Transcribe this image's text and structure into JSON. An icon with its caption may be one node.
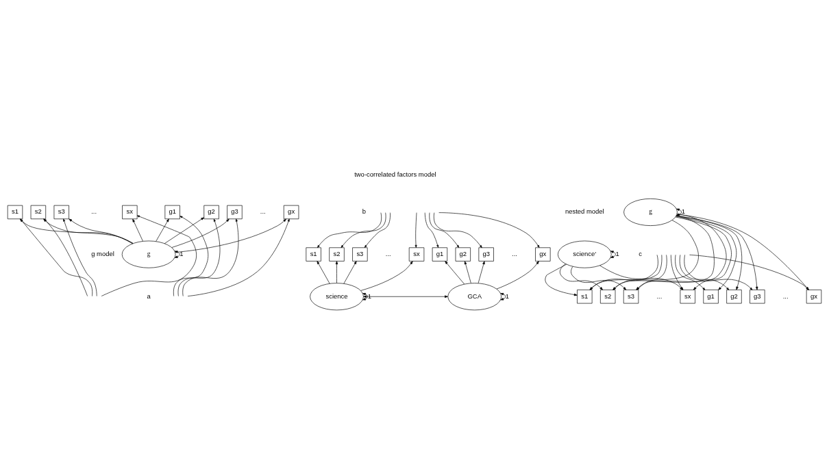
{
  "diagram": {
    "nodes": [
      {
        "text": [
          "s1"
        ]
      },
      {
        "text": [
          "s2"
        ]
      },
      {
        "text": [
          "s3"
        ]
      },
      {
        "text": [
          "sx"
        ]
      },
      {
        "text": [
          "g1"
        ]
      },
      {
        "text": [
          "g2"
        ]
      },
      {
        "text": [
          "g3"
        ]
      },
      {
        "text": [
          "gx"
        ]
      },
      {
        "text": [
          "g"
        ]
      },
      {
        "text": [
          "s1"
        ]
      },
      {
        "text": [
          "s2"
        ]
      },
      {
        "text": [
          "s3"
        ]
      },
      {
        "text": [
          "sx"
        ]
      },
      {
        "text": [
          "g1"
        ]
      },
      {
        "text": [
          "g2"
        ]
      },
      {
        "text": [
          "g3"
        ]
      },
      {
        "text": [
          "gx"
        ]
      },
      {
        "text": [
          "science"
        ]
      },
      {
        "text": [
          "GCA"
        ]
      },
      {
        "text": [
          "science‘"
        ]
      },
      {
        "text": [
          "s1"
        ]
      },
      {
        "text": [
          "s2"
        ]
      },
      {
        "text": [
          "s3"
        ]
      },
      {
        "text": [
          "sx"
        ]
      },
      {
        "text": [
          "g1"
        ]
      },
      {
        "text": [
          "g2"
        ]
      },
      {
        "text": [
          "g3"
        ]
      },
      {
        "text": [
          "gx"
        ]
      },
      {
        "text": [
          "g"
        ]
      }
    ],
    "edges": [
      {
        "from": null,
        "to": 0,
        "arrow": "to"
      },
      {
        "from": null,
        "to": 1,
        "arrow": "to"
      },
      {
        "from": null,
        "to": 2,
        "arrow": "to"
      },
      {
        "from": null,
        "to": 3,
        "arrow": "to"
      },
      {
        "from": null,
        "to": 4,
        "arrow": "to"
      },
      {
        "from": null,
        "to": 5,
        "arrow": "to"
      },
      {
        "from": null,
        "to": 6,
        "arrow": "to"
      },
      {
        "from": null,
        "to": 7,
        "arrow": "to"
      },
      {
        "from": 8,
        "to": 0,
        "arrow": "to"
      },
      {
        "from": 8,
        "to": 1,
        "arrow": "to"
      },
      {
        "from": 8,
        "to": 2,
        "arrow": "to"
      },
      {
        "from": 8,
        "to": 3,
        "arrow": "to"
      },
      {
        "from": 8,
        "to": 4,
        "arrow": "to"
      },
      {
        "from": 8,
        "to": 5,
        "arrow": "to"
      },
      {
        "from": 8,
        "to": 6,
        "arrow": "to"
      },
      {
        "from": 8,
        "to": 7,
        "arrow": "to"
      },
      {
        "from": 8,
        "to": 8,
        "arrow": "both",
        "label": "1"
      },
      {
        "from": null,
        "to": 9,
        "arrow": "to"
      },
      {
        "from": null,
        "to": 10,
        "arrow": "to"
      },
      {
        "from": null,
        "to": 11,
        "arrow": "to"
      },
      {
        "from": null,
        "to": 12,
        "arrow": "to"
      },
      {
        "from": null,
        "to": 13,
        "arrow": "to"
      },
      {
        "from": null,
        "to": 14,
        "arrow": "to"
      },
      {
        "from": null,
        "to": 15,
        "arrow": "to"
      },
      {
        "from": null,
        "to": 16,
        "arrow": "to"
      },
      {
        "from": 17,
        "to": 9,
        "arrow": "to"
      },
      {
        "from": 17,
        "to": 10,
        "arrow": "to"
      },
      {
        "from": 17,
        "to": 11,
        "arrow": "to"
      },
      {
        "from": 17,
        "to": 12,
        "arrow": "to"
      },
      {
        "from": 18,
        "to": 13,
        "arrow": "to"
      },
      {
        "from": 18,
        "to": 14,
        "arrow": "to"
      },
      {
        "from": 18,
        "to": 15,
        "arrow": "to"
      },
      {
        "from": 18,
        "to": 16,
        "arrow": "to"
      },
      {
        "from": 17,
        "to": 17,
        "arrow": "both",
        "label": "1"
      },
      {
        "from": 18,
        "to": 18,
        "arrow": "both",
        "label": "1"
      },
      {
        "from": 17,
        "to": 18,
        "arrow": "both"
      },
      {
        "from": 19,
        "to": 19,
        "arrow": "both",
        "label": "1"
      },
      {
        "from": 19,
        "to": 20,
        "arrow": "to"
      },
      {
        "from": 19,
        "to": 21,
        "arrow": "to"
      },
      {
        "from": 19,
        "to": 22,
        "arrow": "to"
      },
      {
        "from": 19,
        "to": 23,
        "arrow": "to"
      },
      {
        "from": null,
        "to": 20,
        "arrow": "to"
      },
      {
        "from": null,
        "to": 21,
        "arrow": "to"
      },
      {
        "from": null,
        "to": 22,
        "arrow": "to"
      },
      {
        "from": null,
        "to": 23,
        "arrow": "to"
      },
      {
        "from": null,
        "to": 24,
        "arrow": "to"
      },
      {
        "from": null,
        "to": 25,
        "arrow": "to"
      },
      {
        "from": null,
        "to": 26,
        "arrow": "to"
      },
      {
        "from": null,
        "to": 27,
        "arrow": "to"
      },
      {
        "from": 28,
        "to": 20,
        "arrow": "to"
      },
      {
        "from": 28,
        "to": 21,
        "arrow": "to"
      },
      {
        "from": 28,
        "to": 22,
        "arrow": "to"
      },
      {
        "from": 28,
        "to": 23,
        "arrow": "to"
      },
      {
        "from": 28,
        "to": 24,
        "arrow": "to"
      },
      {
        "from": 28,
        "to": 25,
        "arrow": "to"
      },
      {
        "from": 28,
        "to": 26,
        "arrow": "to"
      },
      {
        "from": 28,
        "to": 27,
        "arrow": "to"
      },
      {
        "from": 28,
        "to": 28,
        "arrow": "both",
        "label": "1"
      }
    ],
    "labels": [
      "g model",
      "two-correlated factors model",
      "...",
      "...",
      "...",
      "...",
      "a",
      "b",
      "nested model",
      "...",
      "...",
      "c"
    ]
  }
}
